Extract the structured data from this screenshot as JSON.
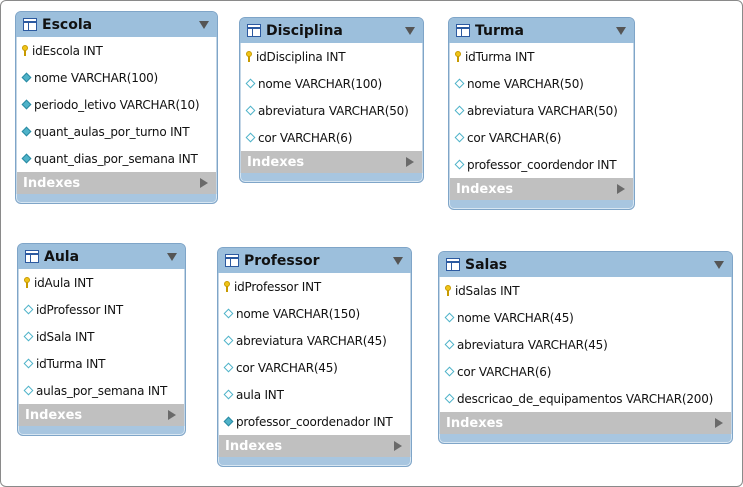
{
  "tables": [
    {
      "name": "Escola",
      "columns": [
        {
          "text": "idEscola INT",
          "icon": "key"
        },
        {
          "text": "nome VARCHAR(100)",
          "icon": "not-null"
        },
        {
          "text": "periodo_letivo VARCHAR(10)",
          "icon": "not-null"
        },
        {
          "text": "quant_aulas_por_turno INT",
          "icon": "not-null"
        },
        {
          "text": "quant_dias_por_semana INT",
          "icon": "not-null"
        }
      ],
      "indexes_label": "Indexes"
    },
    {
      "name": "Disciplina",
      "columns": [
        {
          "text": "idDisciplina INT",
          "icon": "key"
        },
        {
          "text": "nome VARCHAR(100)",
          "icon": "nullable"
        },
        {
          "text": "abreviatura VARCHAR(50)",
          "icon": "nullable"
        },
        {
          "text": "cor VARCHAR(6)",
          "icon": "nullable"
        }
      ],
      "indexes_label": "Indexes"
    },
    {
      "name": "Turma",
      "columns": [
        {
          "text": "idTurma INT",
          "icon": "key"
        },
        {
          "text": "nome VARCHAR(50)",
          "icon": "nullable"
        },
        {
          "text": "abreviatura VARCHAR(50)",
          "icon": "nullable"
        },
        {
          "text": "cor VARCHAR(6)",
          "icon": "nullable"
        },
        {
          "text": "professor_coordendor INT",
          "icon": "nullable"
        }
      ],
      "indexes_label": "Indexes"
    },
    {
      "name": "Aula",
      "columns": [
        {
          "text": "idAula INT",
          "icon": "key"
        },
        {
          "text": "idProfessor INT",
          "icon": "nullable"
        },
        {
          "text": "idSala INT",
          "icon": "nullable"
        },
        {
          "text": "idTurma INT",
          "icon": "nullable"
        },
        {
          "text": "aulas_por_semana INT",
          "icon": "nullable"
        }
      ],
      "indexes_label": "Indexes"
    },
    {
      "name": "Professor",
      "columns": [
        {
          "text": "idProfessor INT",
          "icon": "key"
        },
        {
          "text": "nome VARCHAR(150)",
          "icon": "nullable"
        },
        {
          "text": "abreviatura VARCHAR(45)",
          "icon": "nullable"
        },
        {
          "text": "cor VARCHAR(45)",
          "icon": "nullable"
        },
        {
          "text": "aula INT",
          "icon": "nullable"
        },
        {
          "text": "professor_coordenador INT",
          "icon": "not-null"
        }
      ],
      "indexes_label": "Indexes"
    },
    {
      "name": "Salas",
      "columns": [
        {
          "text": "idSalas INT",
          "icon": "key"
        },
        {
          "text": "nome VARCHAR(45)",
          "icon": "nullable"
        },
        {
          "text": "abreviatura VARCHAR(45)",
          "icon": "nullable"
        },
        {
          "text": "cor VARCHAR(6)",
          "icon": "nullable"
        },
        {
          "text": "descricao_de_equipamentos VARCHAR(200)",
          "icon": "nullable"
        }
      ],
      "indexes_label": "Indexes"
    }
  ]
}
